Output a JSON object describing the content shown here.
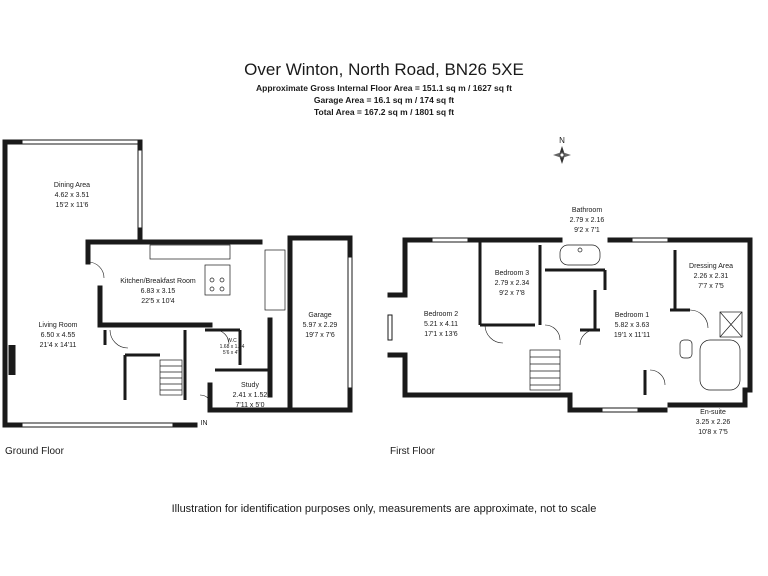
{
  "header": {
    "title": "Over Winton, North Road, BN26 5XE",
    "gross_area": "Approximate Gross Internal Floor Area = 151.1 sq m / 1627 sq ft",
    "garage_area": "Garage Area = 16.1 sq m / 174 sq ft",
    "total_area": "Total Area = 167.2 sq m / 1801 sq ft"
  },
  "compass": {
    "label": "N"
  },
  "ground_floor": {
    "label": "Ground Floor",
    "entrance": "IN",
    "rooms": {
      "dining": {
        "name": "Dining Area",
        "metric": "4.62 x 3.51",
        "imperial": "15'2 x 11'6"
      },
      "kitchen": {
        "name": "Kitchen/Breakfast Room",
        "metric": "6.83 x 3.15",
        "imperial": "22'5 x 10'4"
      },
      "living": {
        "name": "Living Room",
        "metric": "6.50 x 4.55",
        "imperial": "21'4 x 14'11"
      },
      "garage": {
        "name": "Garage",
        "metric": "5.97 x 2.29",
        "imperial": "19'7 x 7'6"
      },
      "wc": {
        "name": "W.C",
        "metric": "1.68 x 1.24",
        "imperial": "5'6 x 4'1"
      },
      "study": {
        "name": "Study",
        "metric": "2.41 x 1.52",
        "imperial": "7'11 x 5'0"
      }
    }
  },
  "first_floor": {
    "label": "First Floor",
    "rooms": {
      "bathroom": {
        "name": "Bathroom",
        "metric": "2.79 x 2.16",
        "imperial": "9'2 x 7'1"
      },
      "bedroom3": {
        "name": "Bedroom 3",
        "metric": "2.79 x 2.34",
        "imperial": "9'2 x 7'8"
      },
      "bedroom2": {
        "name": "Bedroom 2",
        "metric": "5.21 x 4.11",
        "imperial": "17'1 x 13'6"
      },
      "bedroom1": {
        "name": "Bedroom 1",
        "metric": "5.82 x 3.63",
        "imperial": "19'1 x 11'11"
      },
      "dressing": {
        "name": "Dressing Area",
        "metric": "2.26 x 2.31",
        "imperial": "7'7 x 7'5"
      },
      "ensuite": {
        "name": "En-suite",
        "metric": "3.25 x 2.26",
        "imperial": "10'8 x 7'5"
      }
    }
  },
  "footer": {
    "disclaimer": "Illustration for identification purposes only, measurements are approximate, not to scale"
  }
}
